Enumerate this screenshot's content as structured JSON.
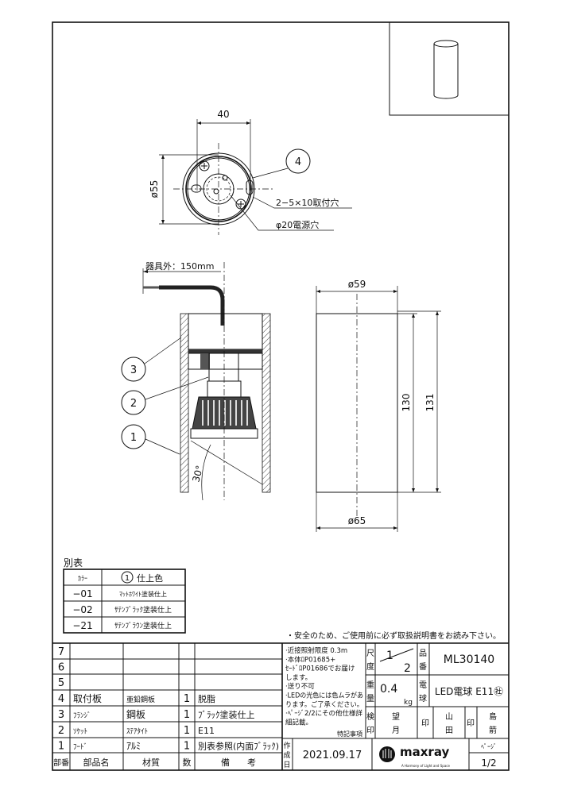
{
  "drawing": {
    "top_view": {
      "width_dim": "40",
      "diameter_dim": "ø55",
      "mount_holes": "2−5×10取付穴",
      "power_hole": "φ20電源穴",
      "balloon": "4"
    },
    "section_view": {
      "cable_length": "器具外：150mm",
      "angle": "30°",
      "balloons": [
        "3",
        "2",
        "1"
      ]
    },
    "front_view": {
      "top_diameter": "ø59",
      "bottom_diameter": "ø65",
      "height_inner": "130",
      "height_outer": "131"
    }
  },
  "color_table": {
    "title": "別表",
    "headers": [
      "ｶﾗｰ",
      "1",
      "仕上色"
    ],
    "rows": [
      {
        "code": "−01",
        "finish": "ﾏｯﾄﾎﾜｲﾄ塗装仕上"
      },
      {
        "code": "−02",
        "finish": "ｻﾃﾝﾌﾞﾗｯｸ塗装仕上"
      },
      {
        "code": "−21",
        "finish": "ｻﾃﾝﾌﾞﾗｳﾝ塗装仕上"
      }
    ]
  },
  "safety_note": "・安全のため、ご使用前に必ず取扱説明書をお読み下さい。",
  "parts_table": {
    "headers": [
      "部番",
      "部品名",
      "材質",
      "数",
      "備　　考"
    ],
    "rows": [
      {
        "no": "7",
        "name": "",
        "material": "",
        "qty": "",
        "remarks": ""
      },
      {
        "no": "6",
        "name": "",
        "material": "",
        "qty": "",
        "remarks": ""
      },
      {
        "no": "5",
        "name": "",
        "material": "",
        "qty": "",
        "remarks": ""
      },
      {
        "no": "4",
        "name": "取付板",
        "material": "亜鉛鋼板",
        "qty": "1",
        "remarks": "脱脂"
      },
      {
        "no": "3",
        "name": "ﾌﾗﾝｼﾞ",
        "material": "鋼板",
        "qty": "1",
        "remarks": "ﾌﾞﾗｯｸ塗装仕上"
      },
      {
        "no": "2",
        "name": "ｿｹｯﾄ",
        "material": "ｽﾃｱﾀｲﾄ",
        "qty": "1",
        "remarks": "E11"
      },
      {
        "no": "1",
        "name": "ﾌｰﾄﾞ",
        "material": "ｱﾙﾐ",
        "qty": "1",
        "remarks": "別表参照(内面ﾌﾞﾗｯｸ)"
      }
    ]
  },
  "title_block": {
    "notes": [
      "·近接照射限度 0.3m",
      "·本体ﾛP01685+",
      "ｾｰﾄﾞﾛP01686でお届け",
      "します。",
      "·送り不可",
      "·LEDの光色には色ムラがあ",
      "ります。ご了承ください。",
      "·ﾍﾟｰｼﾞ2/2にその他仕様詳",
      "細記載。"
    ],
    "notes_label": "特記事項",
    "scale_label": [
      "尺",
      "度"
    ],
    "scale_num": "1",
    "scale_den": "2",
    "part_no_label": [
      "品",
      "番"
    ],
    "part_no": "ML30140",
    "weight_label": [
      "重",
      "量"
    ],
    "weight": "0.4",
    "weight_unit": "kg",
    "lamp_label": [
      "電",
      "球"
    ],
    "lamp": "LED電球 E11㊓",
    "inspect_label": [
      "検",
      "印"
    ],
    "inspector": [
      "望",
      "月"
    ],
    "seal1": "印",
    "checker": [
      "山",
      "田"
    ],
    "seal2": "印",
    "designer": [
      "島",
      "箭"
    ],
    "date_label": [
      "作",
      "成",
      "日"
    ],
    "date": "2021.09.17",
    "brand": "maxray",
    "brand_tagline": "A Harmony of Light and Space",
    "page_label": "ﾍﾟｰｼﾞ",
    "page": "1/2"
  }
}
